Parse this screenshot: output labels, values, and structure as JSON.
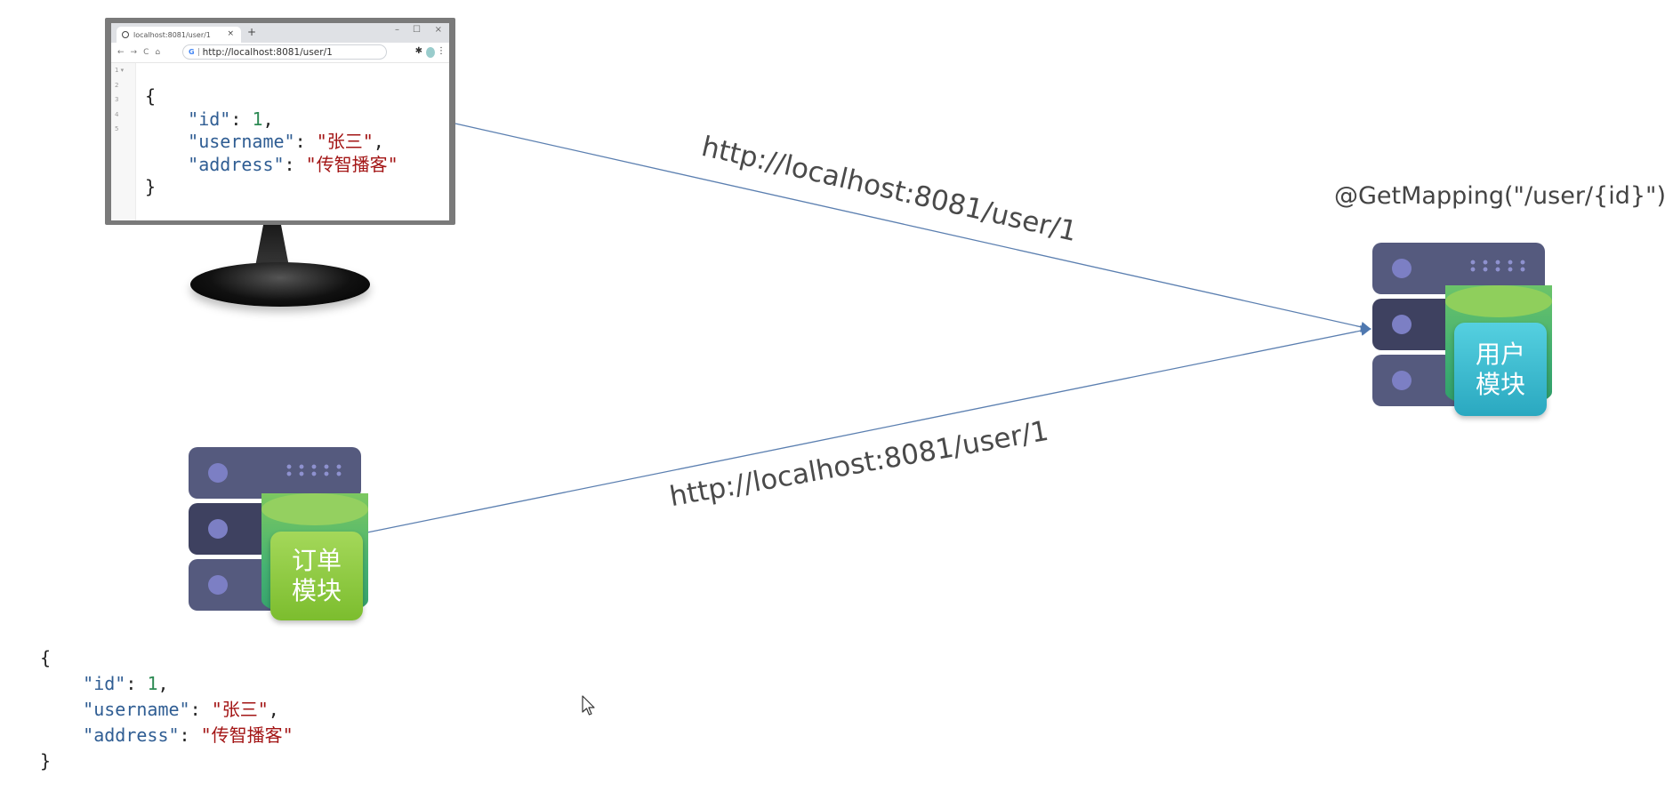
{
  "browser": {
    "tab_title": "localhost:8081/user/1",
    "tab_close": "×",
    "new_tab": "+",
    "window_controls": {
      "minimize": "–",
      "maximize": "☐",
      "close": "×"
    },
    "nav": {
      "back": "←",
      "forward": "→",
      "reload": "C",
      "home": "⌂"
    },
    "address_prefix": "G",
    "url": "http://localhost:8081/user/1",
    "extension_icon": "✱",
    "menu_icon": "⋮",
    "line_numbers": [
      "1 ▾",
      "2",
      "3",
      "4",
      "5"
    ],
    "json": {
      "open": "{",
      "id_key": "\"id\"",
      "id_value": "1",
      "username_key": "\"username\"",
      "username_value": "\"张三\"",
      "address_key": "\"address\"",
      "address_value": "\"传智播客\"",
      "close": "}"
    }
  },
  "diagram": {
    "request_top_url": "http://localhost:8081/user/1",
    "request_bottom_url": "http://localhost:8081/user/1",
    "mapping_annotation": "@GetMapping(\"/user/{id}\")",
    "user_module": {
      "line1": "用户",
      "line2": "模块"
    },
    "order_module": {
      "line1": "订单",
      "line2": "模块"
    },
    "arrow_color": "#5b7fb0"
  },
  "response_json": {
    "open": "{",
    "id_key": "\"id\"",
    "id_value": "1",
    "username_key": "\"username\"",
    "username_value": "\"张三\"",
    "address_key": "\"address\"",
    "address_value": "\"传智播客\"",
    "close": "}"
  },
  "colors": {
    "json_key": "#2f5d93",
    "json_number": "#2d8a54",
    "json_string": "#a31515",
    "server_rack": "#555a7e",
    "server_rack_dark": "#3e4160",
    "user_module_card": "#3cbcd0",
    "order_module_card": "#8cc63f"
  }
}
